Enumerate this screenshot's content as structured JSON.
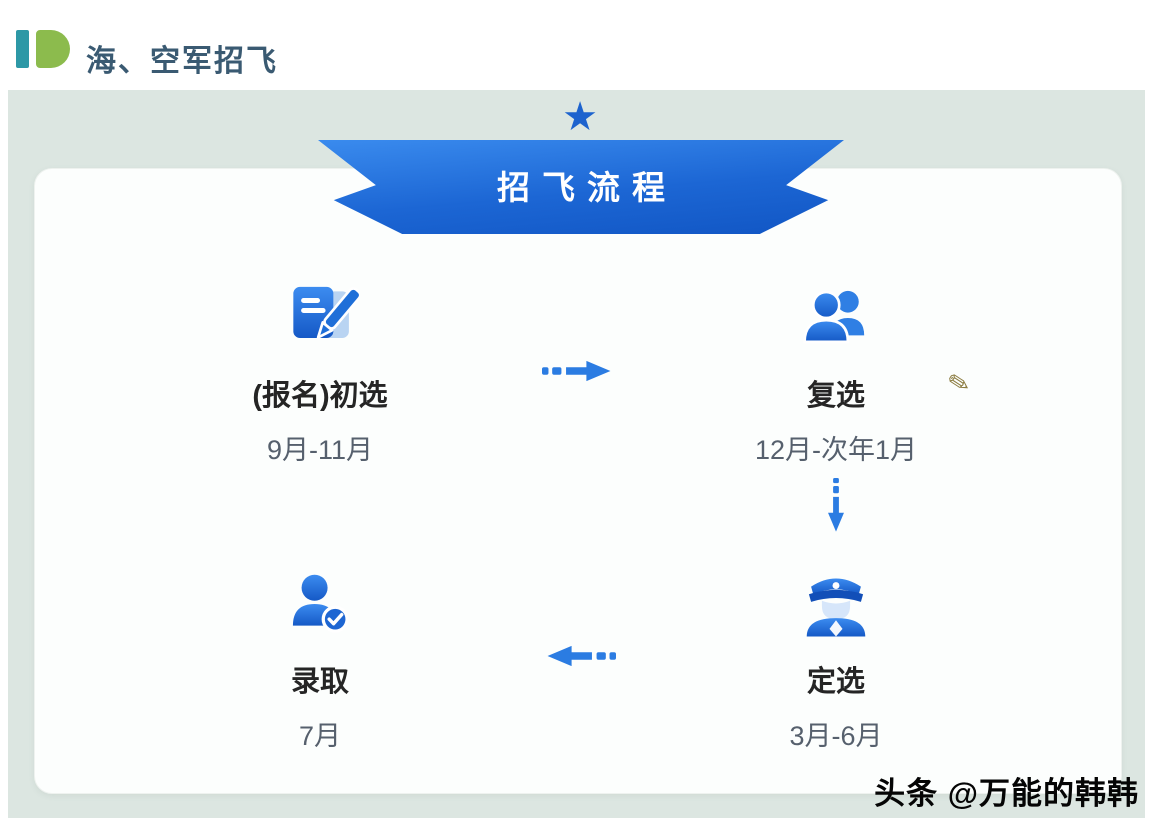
{
  "header": {
    "title": "海、空军招飞"
  },
  "banner": {
    "title": "招飞流程"
  },
  "flow": {
    "steps": [
      {
        "label": "(报名)初选",
        "date": "9月-11月",
        "icon": "document-pen-icon"
      },
      {
        "label": "复选",
        "date": "12月-次年1月",
        "icon": "people-icon"
      },
      {
        "label": "定选",
        "date": "3月-6月",
        "icon": "officer-icon"
      },
      {
        "label": "录取",
        "date": "7月",
        "icon": "person-check-icon"
      }
    ],
    "arrows": [
      "right",
      "down",
      "left"
    ]
  },
  "decorations": {
    "star_icon": "★",
    "pencil_icon": "✎"
  },
  "watermark": {
    "text": "头条 @万能的韩韩"
  },
  "colors": {
    "primary_blue": "#2176e0",
    "ribbon_blue_dark": "#1156c4",
    "header_text": "#3a5a72",
    "teal_accent": "#2d98a6",
    "green_accent": "#8cbb4d",
    "background": "#dce6e1",
    "card": "#fcfefd",
    "label_text": "#252525",
    "date_text": "#56606d",
    "watermark_text": "#050505"
  }
}
